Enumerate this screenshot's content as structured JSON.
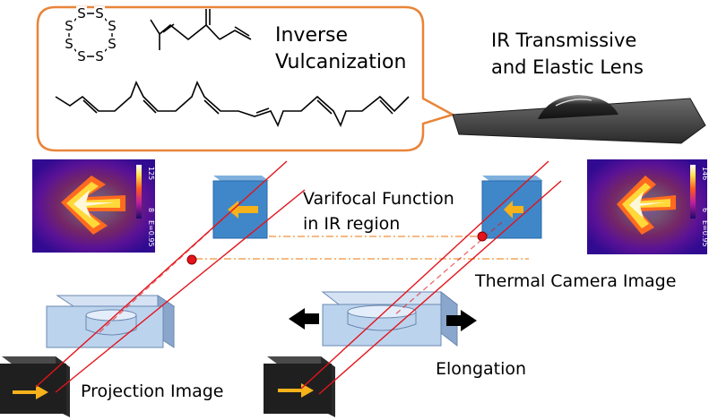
{
  "labels": {
    "inverse_vulcanization_1": "Inverse",
    "inverse_vulcanization_2": "Vulcanization",
    "lens_title_1": "IR  Transmissive",
    "lens_title_2": "and  Elastic  Lens",
    "varifocal_1": "Varifocal  Function",
    "varifocal_2": "in  IR  region",
    "thermal_camera": "Thermal  Camera  Image",
    "projection": "Projection  Image",
    "elongation": "Elongation"
  },
  "molecules": {
    "sulfur_ring_atom": "S",
    "sulfur_ring_size": 8
  },
  "thermal_images": {
    "left": {
      "scale_top": "125",
      "scale_mid": "E=0.95",
      "scale_bottom": "8"
    },
    "right": {
      "scale_top": "146",
      "scale_mid": "E=0.95",
      "scale_bottom": "6"
    }
  },
  "colors": {
    "callout_border": "#e8853a",
    "focus_cube": "#3f87c9",
    "lens_block": "#bcd3ee",
    "ray": "#e3141b",
    "arrow": "#f6b21b",
    "focus_line": "#f3a35a",
    "elongation_arrow": "#000000"
  }
}
